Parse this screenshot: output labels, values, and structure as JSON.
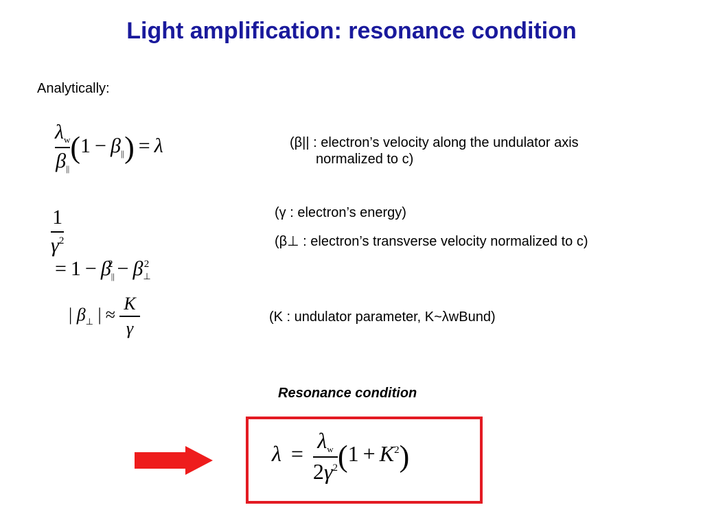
{
  "slide": {
    "title": "Light amplification: resonance condition",
    "lead": "Analytically:",
    "notes": {
      "beta_par_line1": "(β|| : electron’s velocity along the undulator axis",
      "beta_par_line2": "normalized to c)",
      "gamma": "(γ : electron’s energy)",
      "beta_perp": "(β⊥ : electron’s transverse velocity normalized to c)",
      "k_param": "(K : undulator parameter, K~λwBund)"
    },
    "caption": "Resonance condition"
  },
  "colors": {
    "title": "#1a1a9c",
    "box_border": "#e31b23",
    "arrow": "#ee1c1c"
  }
}
